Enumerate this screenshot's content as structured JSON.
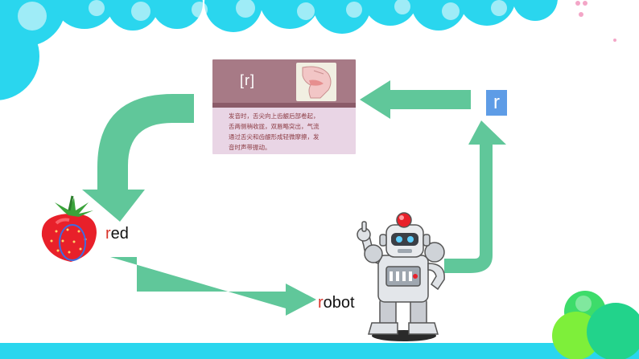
{
  "colors": {
    "arrow": "#60c79a",
    "bubble_cyan": "#2ad6ee",
    "bubble_green": "#3ddc6a",
    "card_top": "#a77a86",
    "card_bottom": "#e9d5e5",
    "letter_box": "#5e9ce6",
    "highlight_letter": "#d9342b"
  },
  "card": {
    "symbol": "[r]",
    "lines": [
      "发音时，舌尖向上齿龈后部卷起，",
      "舌两侧稍收拢，双唇略突出，气流",
      "通过舌尖和齿龈形成轻微摩擦，发",
      "音时声带振动。"
    ]
  },
  "letter": "r",
  "word_red": {
    "first": "r",
    "rest": "ed"
  },
  "word_robot": {
    "first": "r",
    "rest": "obot"
  },
  "icons": [
    "strawberry-image",
    "robot-image",
    "mouth-diagram-icon"
  ]
}
